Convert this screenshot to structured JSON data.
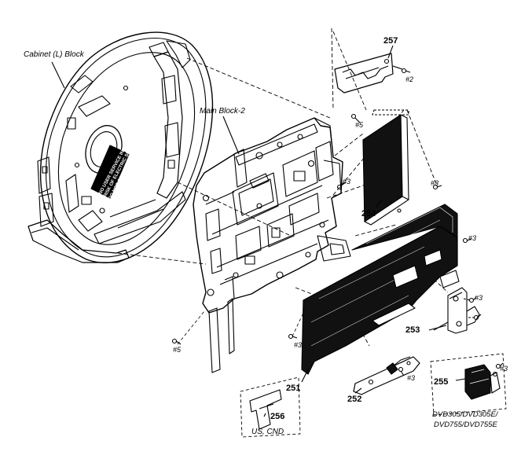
{
  "labels": {
    "cabinet_l_block": "Cabinet (L) Block",
    "main_block_2": "Main Block-2",
    "us_cnd": "US, CND",
    "models_line1": "DVD305/DVD305E/",
    "models_line2": "DVD755/DVD755E"
  },
  "parts": {
    "p251": "251",
    "p252": "252",
    "p253": "253",
    "p254": "254",
    "p255": "255",
    "p256": "256",
    "p257": "257"
  },
  "screws": {
    "s_257": "#2",
    "s_top": "#5",
    "s_254": "#3",
    "s_mid": "#3",
    "s_right": "#3",
    "s_253": "#3",
    "s_255": "#3",
    "s_252": "#3",
    "s_bottom_mid": "#3",
    "s_bottom_left": "#5"
  },
  "sticker": {
    "line1": "NO USER SERVICE INSIDE",
    "line2": "RISK OF ELECTRIC SHOCK",
    "line3": "DO NOT OPEN CABINET"
  },
  "colors": {
    "line": "#000000",
    "fill": "#ffffff",
    "board": "#111111"
  }
}
